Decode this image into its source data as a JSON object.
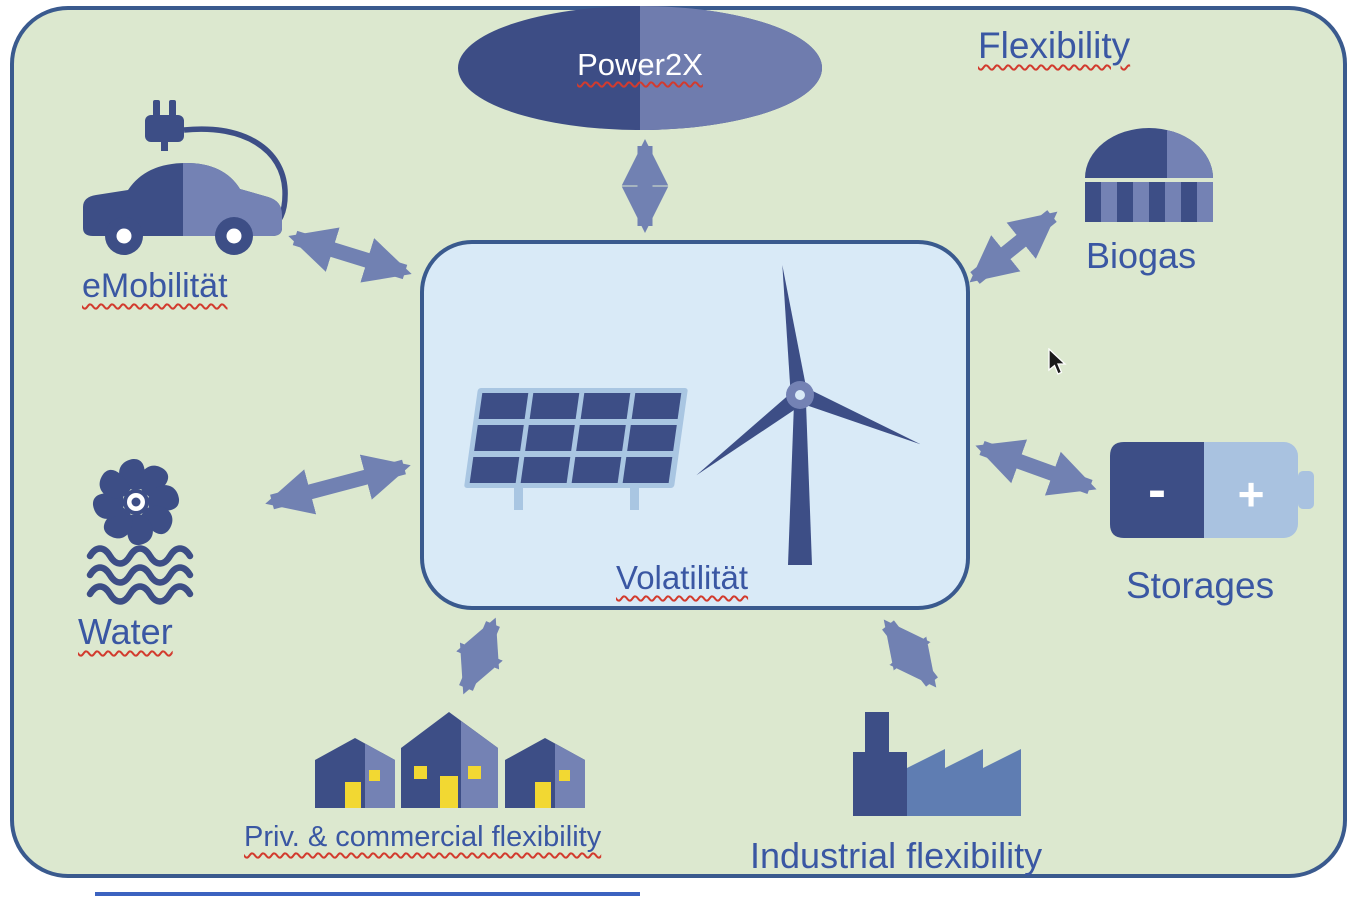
{
  "title": {
    "label": "Flexibility"
  },
  "power2x": {
    "label": "Power2X"
  },
  "center": {
    "label": "Volatilität"
  },
  "nodes": {
    "emobility": {
      "label": "eMobilität"
    },
    "biogas": {
      "label": "Biogas"
    },
    "storages": {
      "label": "Storages"
    },
    "water": {
      "label": "Water"
    },
    "private_commercial": {
      "label": "Priv. & commercial flexibility"
    },
    "industrial": {
      "label": "Industrial flexibility"
    }
  },
  "battery": {
    "minus": "-",
    "plus": "+"
  },
  "icons": {
    "power2x": "two-tone-ellipse",
    "emobility": "electric-car-with-charging-plug",
    "biogas": "gas-storage-dome",
    "storages": "battery",
    "water": "water-turbine-with-waves",
    "private_commercial": "three-houses",
    "industrial": "factory-with-chimney",
    "volatility": "solar-panel-and-wind-turbine",
    "cursor": "mouse-pointer"
  },
  "colors": {
    "slide_background": "#dce8cf",
    "outline_blue": "#3a5a8e",
    "dark_blue": "#3d4e86",
    "mid_blue": "#7482b4",
    "panel_light_blue": "#d9eaf7",
    "arrow_blue": "#7181b2",
    "label_blue": "#3a57a3",
    "window_yellow": "#f2d832",
    "battery_light_blue": "#a9c2e0",
    "spellcheck_red": "#d23b2e"
  }
}
